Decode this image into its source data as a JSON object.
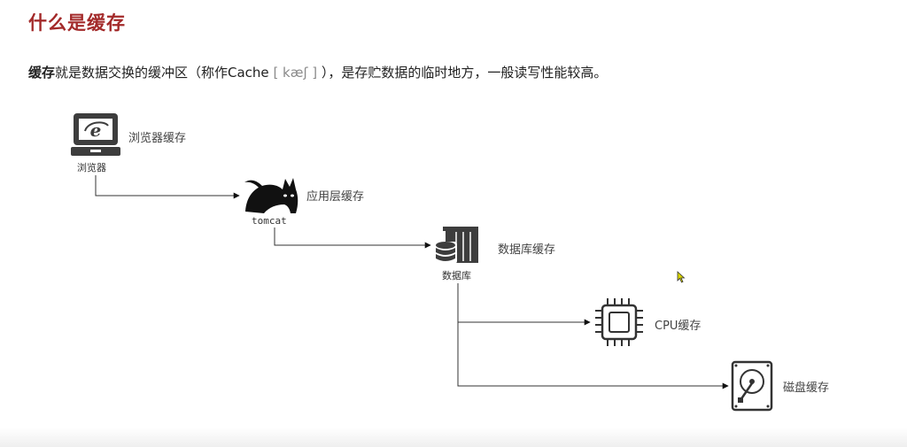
{
  "title": "什么是缓存",
  "intro": {
    "bold": "缓存",
    "text_a": "就是数据交换的缓冲区（称作Cache ",
    "phonetic": "[ kæʃ ]",
    "text_b": " ），是存贮数据的临时地方，一般读写性能较高。"
  },
  "nodes": {
    "browser": {
      "icon": "laptop-browser-icon",
      "caption": "浏览器",
      "label": "浏览器缓存"
    },
    "tomcat": {
      "icon": "tomcat-cat-icon",
      "caption": "tomcat",
      "label": "应用层缓存"
    },
    "database": {
      "icon": "database-server-icon",
      "caption": "数据库",
      "label": "数据库缓存"
    },
    "cpu": {
      "icon": "cpu-chip-icon",
      "label": "CPU缓存"
    },
    "disk": {
      "icon": "hard-disk-icon",
      "label": "磁盘缓存"
    }
  },
  "colors": {
    "title": "#a32a2a",
    "line": "#333333"
  }
}
